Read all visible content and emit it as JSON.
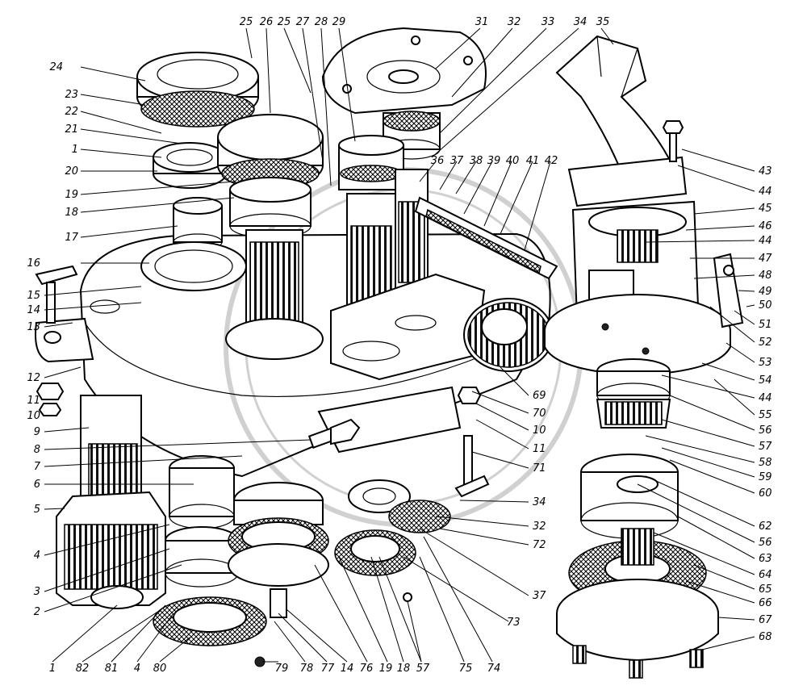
{
  "labels": {
    "left": [
      "24",
      "23",
      "22",
      "21",
      "1",
      "20",
      "19",
      "18",
      "17",
      "16",
      "15",
      "14",
      "13",
      "12",
      "11",
      "10",
      "9",
      "8",
      "7",
      "6",
      "5",
      "4",
      "3",
      "2"
    ],
    "top": [
      "25",
      "26",
      "25",
      "27",
      "28",
      "29",
      "31",
      "32",
      "33",
      "34",
      "35"
    ],
    "middle": [
      "36",
      "37",
      "38",
      "39",
      "40",
      "41",
      "42"
    ],
    "right": [
      "43",
      "44",
      "45",
      "46",
      "44",
      "47",
      "48",
      "49",
      "50",
      "51",
      "52",
      "53",
      "54",
      "44",
      "55",
      "56",
      "57",
      "58",
      "59",
      "60",
      "62",
      "56",
      "63",
      "64",
      "65",
      "66",
      "67",
      "68"
    ],
    "center_right": [
      "69",
      "70",
      "10",
      "11",
      "71",
      "34",
      "32",
      "72",
      "37",
      "73"
    ],
    "bottom": [
      "1",
      "82",
      "81",
      "4",
      "80",
      "79",
      "78",
      "77",
      "14",
      "76",
      "19",
      "18",
      "57",
      "75",
      "74"
    ]
  }
}
